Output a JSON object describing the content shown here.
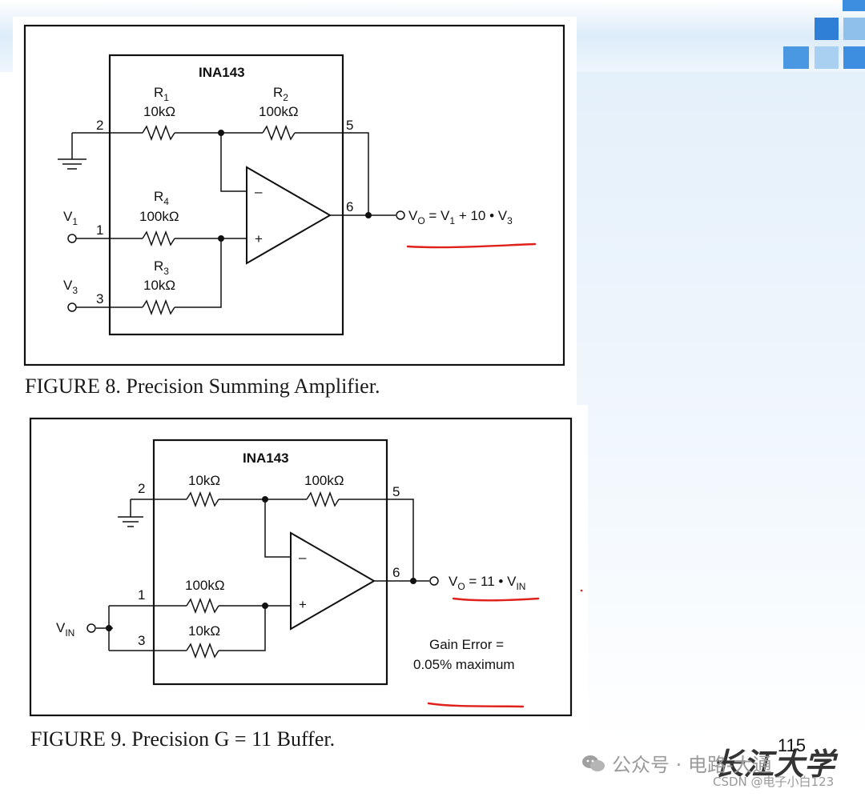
{
  "figure8": {
    "chip_label": "INA143",
    "r1_name": "R",
    "r1_sub": "1",
    "r1_value": "10kΩ",
    "r2_name": "R",
    "r2_sub": "2",
    "r2_value": "100kΩ",
    "r4_name": "R",
    "r4_sub": "4",
    "r4_value": "100kΩ",
    "r3_name": "R",
    "r3_sub": "3",
    "r3_value": "10kΩ",
    "pin2": "2",
    "pin5": "5",
    "pin6": "6",
    "pin1": "1",
    "pin3": "3",
    "minus": "–",
    "plus": "+",
    "v1_name": "V",
    "v1_sub": "1",
    "v3_name": "V",
    "v3_sub": "3",
    "out_v": "V",
    "out_v_sub": "O",
    "out_eq_a": " = V",
    "out_eq_a_sub": "1",
    "out_eq_b": " + 10 • V",
    "out_eq_b_sub": "3",
    "caption": "FIGURE 8. Precision Summing Amplifier."
  },
  "figure9": {
    "chip_label": "INA143",
    "ra_value": "10kΩ",
    "rb_value": "100kΩ",
    "rc_value": "100kΩ",
    "rd_value": "10kΩ",
    "pin2": "2",
    "pin5": "5",
    "pin6": "6",
    "pin1": "1",
    "pin3": "3",
    "minus": "–",
    "plus": "+",
    "vin_name": "V",
    "vin_sub": "IN",
    "out_v": "V",
    "out_v_sub": "O",
    "out_eq": " = 11 • V",
    "out_eq_sub": "IN",
    "gain_error_line1": "Gain Error =",
    "gain_error_line2": "0.05% maximum",
    "caption": "FIGURE 9. Precision G = 11 Buffer."
  },
  "page_number": "115",
  "watermark_text": "公众号 · 电路-大通",
  "csdn_text": "CSDN @电子小白123",
  "logo_text": "长江大学",
  "colors": {
    "annotation_red": "#e0201a",
    "slide_blue_light": "#d6e9f8",
    "slide_blue_mid": "#3d8ee0",
    "logo_blue": "#1f4fa8"
  }
}
